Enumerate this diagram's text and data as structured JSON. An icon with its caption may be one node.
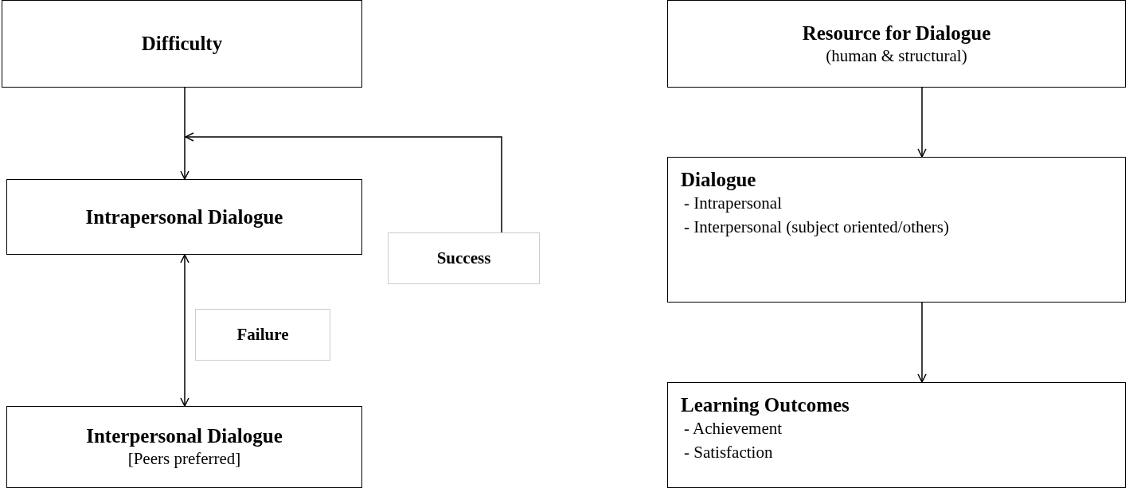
{
  "diagram": {
    "nodes": [
      {
        "text": [
          "Difficulty"
        ]
      },
      {
        "text": [
          "Intrapersonal Dialogue"
        ]
      },
      {
        "text": [
          "Success"
        ]
      },
      {
        "text": [
          "Failure"
        ]
      },
      {
        "text": [
          "Interpersonal Dialogue",
          "[Peers preferred]"
        ]
      },
      {
        "text": [
          "Resource for Dialogue",
          "(human & structural)"
        ]
      },
      {
        "text": [
          "Dialogue",
          "- Intrapersonal",
          "- Interpersonal (subject oriented/others)"
        ]
      },
      {
        "text": [
          "Learning Outcomes",
          "- Achievement",
          "- Satisfaction"
        ]
      }
    ],
    "edges": [
      {
        "from": 0,
        "to": 1,
        "arrow": "to"
      },
      {
        "from": 2,
        "to": null,
        "arrow": "to"
      },
      {
        "from": 1,
        "to": 4,
        "arrow": "both"
      },
      {
        "from": 5,
        "to": 6,
        "arrow": "to"
      },
      {
        "from": 6,
        "to": 7,
        "arrow": "to"
      }
    ]
  }
}
